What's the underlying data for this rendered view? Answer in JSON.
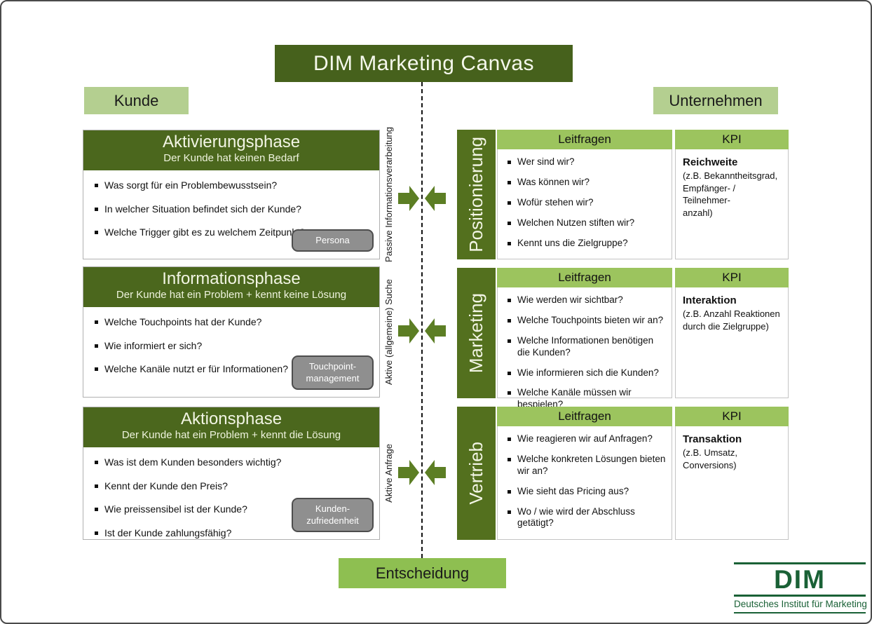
{
  "title": "DIM Marketing Canvas",
  "labels": {
    "customer": "Kunde",
    "company": "Unternehmen",
    "decision": "Entscheidung"
  },
  "colors": {
    "dark_green": "#4b671d",
    "section_bar_green": "#53701e",
    "arrow_green": "#5c7e24",
    "light_green": "#b4cf90",
    "header_green": "#9cc45e",
    "decision_green": "#8ebf51",
    "badge_gray": "#8f8f8f",
    "logo_green": "#1a6136"
  },
  "phases": [
    {
      "title": "Aktivierungsphase",
      "subtitle": "Der Kunde hat keinen Bedarf",
      "questions": [
        "Was sorgt für ein Problembewusstsein?",
        "In welcher Situation befindet sich der Kunde?",
        "Welche Trigger gibt es zu welchem Zeitpunkt?"
      ],
      "badge": "Persona"
    },
    {
      "title": "Informationsphase",
      "subtitle": "Der Kunde hat ein Problem + kennt keine Lösung",
      "questions": [
        "Welche Touchpoints hat der Kunde?",
        "Wie informiert er sich?",
        "Welche Kanäle nutzt er für Informationen?"
      ],
      "badge": "Touchpoint-\nmanagement"
    },
    {
      "title": "Aktionsphase",
      "subtitle": "Der Kunde hat ein Problem + kennt die Lösung",
      "questions": [
        "Was ist dem Kunden besonders wichtig?",
        "Kennt der Kunde den Preis?",
        "Wie preissensibel ist der Kunde?",
        "Ist der Kunde zahlungsfähig?"
      ],
      "badge": "Kunden-\nzufriedenheit"
    }
  ],
  "spine": {
    "stage_labels": [
      "Passive Informationsverarbeitung",
      "Aktive (allgemeine) Suche",
      "Aktive Anfrage"
    ]
  },
  "sections": [
    {
      "label": "Positionierung",
      "questions_header": "Leitfragen",
      "kpi_header": "KPI",
      "questions": [
        "Wer sind wir?",
        "Was können wir?",
        "Wofür stehen wir?",
        "Welchen Nutzen stiften wir?",
        "Kennt uns die Zielgruppe?"
      ],
      "kpi_title": "Reichweite",
      "kpi_desc": "(z.B. Bekanntheitsgrad,\nEmpfänger- / Teilnehmer-\nanzahl)"
    },
    {
      "label": "Marketing",
      "questions_header": "Leitfragen",
      "kpi_header": "KPI",
      "questions": [
        "Wie werden wir sichtbar?",
        "Welche Touchpoints bieten wir an?",
        "Welche Informationen benötigen die Kunden?",
        "Wie informieren sich die Kunden?",
        "Welche Kanäle müssen wir bespielen?"
      ],
      "kpi_title": "Interaktion",
      "kpi_desc": "(z.B. Anzahl Reaktionen\ndurch die Zielgruppe)"
    },
    {
      "label": "Vertrieb",
      "questions_header": "Leitfragen",
      "kpi_header": "KPI",
      "questions": [
        "Wie reagieren wir auf Anfragen?",
        "Welche konkreten Lösungen bieten wir an?",
        "Wie sieht das Pricing aus?",
        "Wo / wie wird der Abschluss getätigt?"
      ],
      "kpi_title": "Transaktion",
      "kpi_desc": "(z.B. Umsatz, Conversions)"
    }
  ],
  "logo": {
    "acronym": "DIM",
    "caption": "Deutsches Institut für Marketing"
  }
}
